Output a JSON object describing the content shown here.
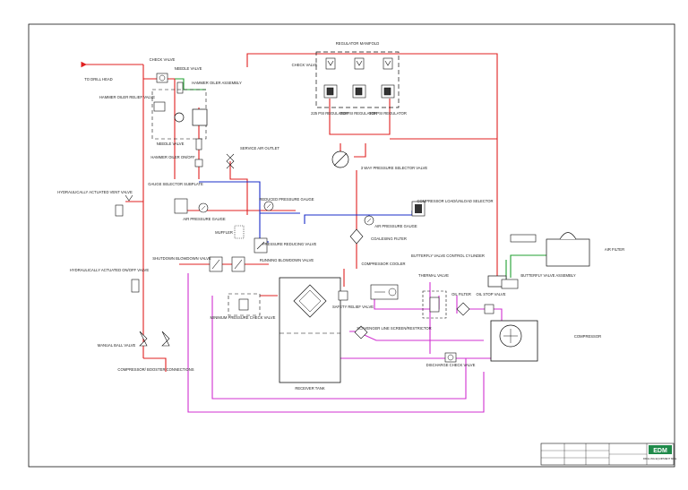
{
  "colors": {
    "air": "#e02020",
    "oil": "#d030d0",
    "control": "#1a2cc8",
    "hydraulic": "#20a030",
    "line": "#111111",
    "logo": "#1f8a4a"
  },
  "labels": {
    "regulator_manifold": "REGULATOR MANIFOLD",
    "check_valve_top": "CHECK VALVE",
    "check_valve_manifold": "CHECK VALVE",
    "reg_225": "225 PSI REGULATOR",
    "reg_350": "350 PSI REGULATOR",
    "reg_500": "500 PSI REGULATOR",
    "to_drill_head": "TO DRILL HEAD",
    "needle_valve_top": "NEEDLE VALVE",
    "hammer_oiler_assembly": "HAMMER OILER ASSEMBLY",
    "hammer_oiler_relief": "HAMMER OILER RELIEF VALVE",
    "needle_valve_mid": "NEEDLE VALVE",
    "hammer_oiler_onoff": "HAMMER OILER ON/OFF",
    "service_air_outlet": "SERVICE AIR OUTLET",
    "three_way_selector": "3 WAY PRESSURE SELECTOR VALVE",
    "gauge_selector": "GAUGE SELECTOR SUBPLATE",
    "hydraulic_vent_valve": "HYDRAULICALLY ACTUATED VENT VALVE",
    "air_pressure_gauge_left": "AIR PRESSURE GAUGE",
    "reduced_pressure_gauge": "REDUCED PRESSURE GAUGE",
    "compressor_load_unload": "COMPRESSOR LOAD/UNLOAD SELECTOR",
    "air_pressure_gauge_right": "AIR PRESSURE GAUGE",
    "muffler": "MUFFLER",
    "pressure_reducing_valve": "PRESSURE REDUCING VALVE",
    "coalesing_filter": "COALESING FILTER",
    "shutdown_blowdown": "SHUTDOWN BLOWDOWN VALVE",
    "running_blowdown": "RUNNING BLOWDOWN VALVE",
    "butterfly_cylinder": "BUTTERFLY VALVE CONTROL CYLINDER",
    "air_filter": "AIR FILTER",
    "butterfly_assembly": "BUTTERFLY VALVE ASSEMBLY",
    "hydraulic_onoff_valve": "HYDRAULICALLY ACTUATED ON/OFF VALVE",
    "compressor_cooler": "COMPRESSOR COOLER",
    "thermal_valve": "THERMAL VALVE",
    "oil_filter": "OIL FILTER",
    "oil_stop_valve": "OIL STOP VALVE",
    "safety_relief_valve": "SAFETY RELIEF VALVE",
    "minimum_pressure_check": "MINIMUM PRESSURE CHECK VALVE",
    "scavenger_line": "SCAVENGER LINE SCREEN/RESTRICTOR",
    "compressor": "COMPRESSOR",
    "manual_ball_valve": "MANUAL BALL VALVE",
    "discharge_check_valve": "DISCHARGE CHECK VALVE",
    "compressor_booster": "COMPRESSOR/ BOOSTER CONNECTIONS",
    "receiver_tank": "RECEIVER TANK"
  },
  "title_block": {
    "logo": "EDM",
    "company": "DRILLING EQUIPMENT MFG."
  }
}
